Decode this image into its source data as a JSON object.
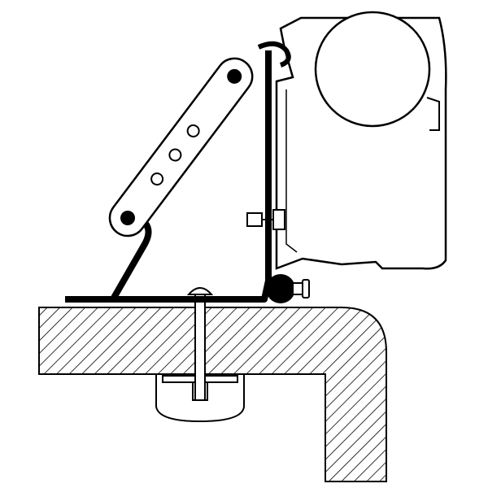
{
  "diagram": {
    "colors": {
      "line": "#000000",
      "background": "#ffffff"
    },
    "parts": [
      "roof-section",
      "mounting-bracket",
      "support-arm",
      "awning-profile",
      "awning-roller",
      "bolt",
      "nut",
      "channel-clamp"
    ]
  }
}
